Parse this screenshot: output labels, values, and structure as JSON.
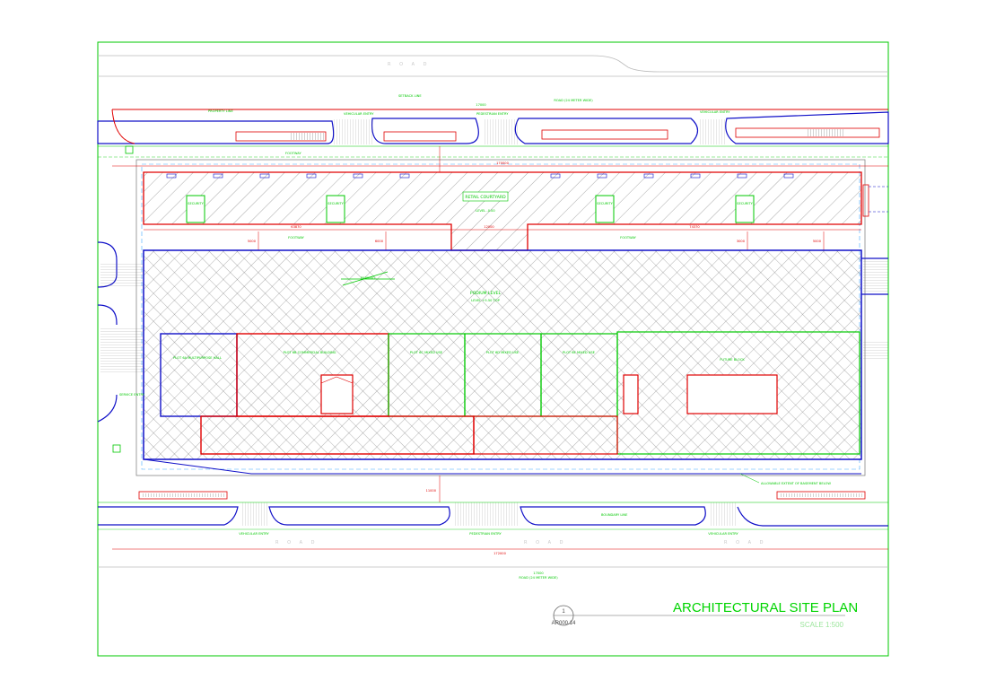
{
  "colors": {
    "frame": "#00c800",
    "red": "#e00000",
    "blue": "#1010c8",
    "green": "#00c800",
    "gray": "#bbbbbb",
    "title": "#00d400"
  },
  "title": {
    "main": "ARCHITECTURAL SITE PLAN",
    "scale": "SCALE 1:500",
    "sheet_number": "1",
    "sheet_ref": "AR000.14"
  },
  "roads": {
    "top": "ROAD (24 METER WIDE)",
    "bottom": "ROAD (24 METER WIDE)",
    "top_dim": "17000",
    "bottom_dim": "17000",
    "gray_top": "R O A D",
    "gray_bottom_1": "R O A D",
    "gray_bottom_2": "R O A D",
    "gray_bottom_3": "R O A D"
  },
  "labels": {
    "vehicular_entry_1": "VEHICULAR ENTRY",
    "vehicular_entry_2": "VEHICULAR ENTRY",
    "pedestrian_entry": "PEDESTRIAN ENTRY",
    "pedestrian_entry_bottom": "PEDESTRIAN ENTRY",
    "vehicular_entry_bottom_1": "VEHICULAR ENTRY",
    "vehicular_entry_bottom_2": "VEHICULAR ENTRY",
    "property_line": "PROPERTY LINE",
    "setback_line": "SETBACK LINE",
    "footway": "FOOTWAY",
    "retail_courtyard": "RETAIL COURTYARD",
    "level_ground": "LEVEL -0.00",
    "podium": "PODIUM LEVEL",
    "podium_sub": "LEVEL +5.50 TOP",
    "allowable_extent": "ALLOWABLE EXTENT OF BASEMENT BELOW",
    "boundary": "BOUNDARY LINE",
    "service_entry": "SERVICE ENTRY",
    "security": "SECURITY",
    "building_a": "PLOT 6A MULTIPURPOSE HALL",
    "building_b": "PLOT 6B COMMERCIAL BUILDING",
    "building_c": "PLOT 6C MIXED USE",
    "building_d": "PLOT 6D MIXED USE",
    "building_e": "PLOT 6E MIXED USE",
    "building_f": "FUTURE BLOCK",
    "parking": "PARKING"
  },
  "dimensions": {
    "total_width": "170000",
    "left_span": "63870",
    "mid_span": "12000",
    "right_span": "74370",
    "setback_1": "5000",
    "setback_2": "6000",
    "setback_3": "3000",
    "setback_4": "5000",
    "depth": "11000",
    "bottom_total": "172000"
  }
}
